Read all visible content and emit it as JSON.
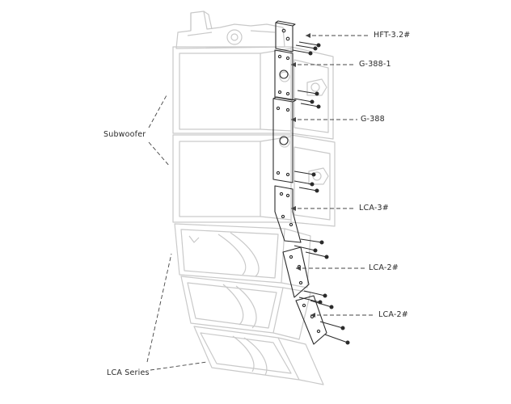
{
  "callouts": {
    "hft": "HFT-3.2#",
    "g388_1": "G-388-1",
    "g388": "G-388",
    "lca3": "LCA-3#",
    "lca2_upper": "LCA-2#",
    "lca2_lower": "LCA-2#"
  },
  "groups": {
    "subwoofer": "Subwoofer",
    "lca_series": "LCA Series"
  },
  "colors": {
    "cabinet_outline": "#c9c9c9",
    "hardware": "#2a2a2a",
    "leader_line": "#444444"
  }
}
